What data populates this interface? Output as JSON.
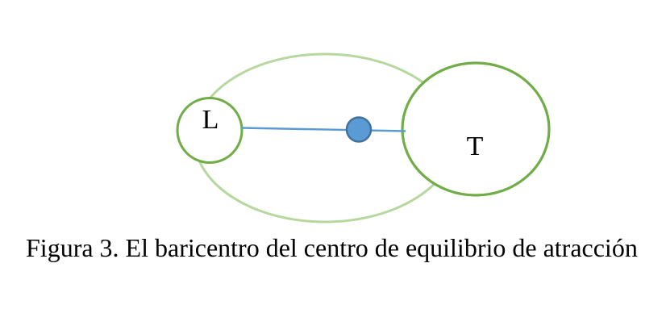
{
  "figure": {
    "caption": "Figura 3. El baricentro del centro de equilibrio de atracción",
    "labels": {
      "moon": "L",
      "earth": "T"
    }
  },
  "icons": {
    "orbit": "orbit-ellipse",
    "barycenter": "barycenter-dot"
  },
  "colors": {
    "body_stroke_green": "#70ad47",
    "orbit_light_green": "#a9d18e",
    "line_blue": "#5b9bd5",
    "dot_fill_blue": "#5b9bd5",
    "dot_stroke_dark_blue": "#41719c",
    "white_fill": "#ffffff",
    "text_black": "#000000"
  }
}
